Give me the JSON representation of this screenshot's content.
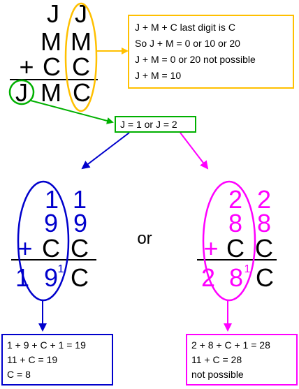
{
  "colors": {
    "orange": "#ffc000",
    "green": "#00b000",
    "blue": "#0000cc",
    "magenta": "#ff00ff",
    "black": "#000000"
  },
  "top_sum": {
    "row1": [
      "J",
      "J"
    ],
    "row2": [
      "M",
      "M"
    ],
    "row3": [
      "+",
      "C",
      "C"
    ],
    "result": [
      "J",
      "M",
      "C"
    ]
  },
  "orange_box": {
    "lines": [
      "J + M + C last digit is C",
      "So J + M = 0 or 10 or 20",
      "J + M = 0 or 20 not possible",
      "J + M = 10"
    ]
  },
  "green_box": {
    "text": "J = 1 or J = 2"
  },
  "left_sum": {
    "row1": [
      "1",
      "1"
    ],
    "row2": [
      "9",
      "9"
    ],
    "row3": [
      "+",
      "C",
      "C"
    ],
    "result": [
      "1",
      "9",
      "C"
    ],
    "carry": "1"
  },
  "or_label": "or",
  "right_sum": {
    "row1": [
      "2",
      "2"
    ],
    "row2": [
      "8",
      "8"
    ],
    "row3": [
      "+",
      "C",
      "C"
    ],
    "result": [
      "2",
      "8",
      "C"
    ],
    "carry": "1"
  },
  "blue_box": {
    "lines": [
      "1 + 9 + C + 1 = 19",
      "11 + C = 19",
      "C = 8"
    ]
  },
  "magenta_box": {
    "lines": [
      "2 + 8 + C + 1 = 28",
      "11 + C = 28",
      "not possible"
    ]
  }
}
